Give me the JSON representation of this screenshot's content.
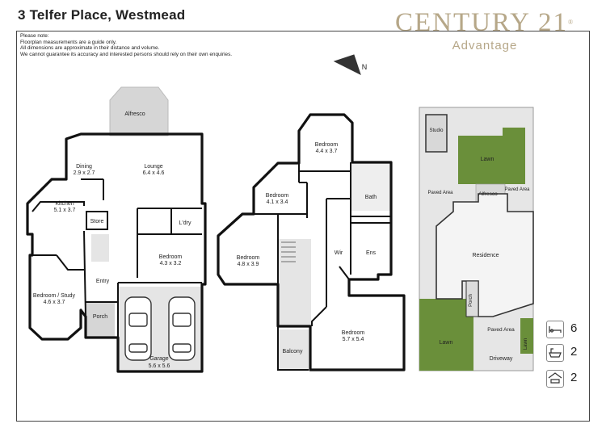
{
  "title": "3 Telfer Place, Westmead",
  "brand": {
    "name": "CENTURY 21",
    "reg": "®",
    "sub": "Advantage",
    "color": "#b6a788"
  },
  "notes": [
    "Please note:",
    "Floorplan measurements are a guide only.",
    "All dimensions are approximate in their distance and volume.",
    "We cannot guarantee its accuracy and interested persons should rely on their own enquiries."
  ],
  "compass": {
    "label": "N"
  },
  "ground_floor": {
    "alfresco": "Alfresco",
    "dining": {
      "name": "Dining",
      "dims": "2.9 x 2.7"
    },
    "lounge": {
      "name": "Lounge",
      "dims": "6.4 x 4.6"
    },
    "kitchen": {
      "name": "Kitchen",
      "dims": "5.1 x 3.7"
    },
    "store": "Store",
    "laundry": "L'dry",
    "bedroom": {
      "name": "Bedroom",
      "dims": "4.3 x 3.2"
    },
    "entry": "Entry",
    "study": {
      "name": "Bedroom / Study",
      "dims": "4.6 x 3.7"
    },
    "porch": "Porch",
    "garage": {
      "name": "Garage",
      "dims": "5.6 x 5.6"
    }
  },
  "first_floor": {
    "bedroom_top": {
      "name": "Bedroom",
      "dims": "4.4 x 3.7"
    },
    "bedroom_mid": {
      "name": "Bedroom",
      "dims": "4.1 x 3.4"
    },
    "bath": "Bath",
    "bedroom_left": {
      "name": "Bedroom",
      "dims": "4.8 x 3.9"
    },
    "wir": "Wir",
    "ens": "Ens",
    "balcony": "Balcony",
    "bedroom_main": {
      "name": "Bedroom",
      "dims": "5.7 x 5.4"
    }
  },
  "site": {
    "studio": "Studio",
    "lawn_top": "Lawn",
    "paved_left": "Paved Area",
    "alfresco": "Alfresco",
    "paved_right": "Paved Area",
    "residence": "Residence",
    "porch": "Porch",
    "lawn_bottom": "Lawn",
    "paved_bottom": "Paved Area",
    "lawn_side": "Lawn",
    "driveway": "Driveway",
    "lawn_color": "#6a8f3a"
  },
  "features": {
    "bedrooms": "6",
    "bathrooms": "2",
    "garages": "2"
  }
}
